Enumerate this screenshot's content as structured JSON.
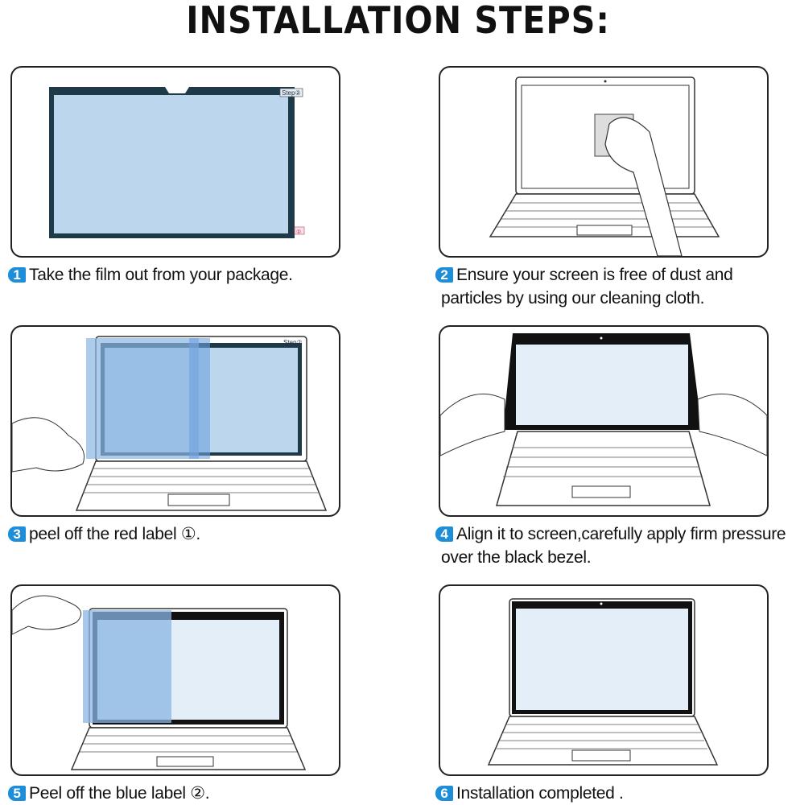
{
  "title": "INSTALLATION STEPS:",
  "colors": {
    "badge": "#1f8ed8",
    "film": "#bcd6ee",
    "bezel": "#1e3a48"
  },
  "steps": [
    {
      "number": "1",
      "text": "Take the film out from your package.",
      "labels": [
        "Step②",
        "①"
      ]
    },
    {
      "number": "2",
      "line1": "Ensure your screen is free of dust and",
      "line2": "particles by using our cleaning cloth."
    },
    {
      "number": "3",
      "text": "peel off the red label ①.",
      "labels": [
        "Step②"
      ]
    },
    {
      "number": "4",
      "line1": "Align it to screen,carefully apply firm pressure",
      "line2": "over the black bezel."
    },
    {
      "number": "5",
      "text": "Peel off the blue label ②."
    },
    {
      "number": "6",
      "text": "Installation completed ."
    }
  ]
}
